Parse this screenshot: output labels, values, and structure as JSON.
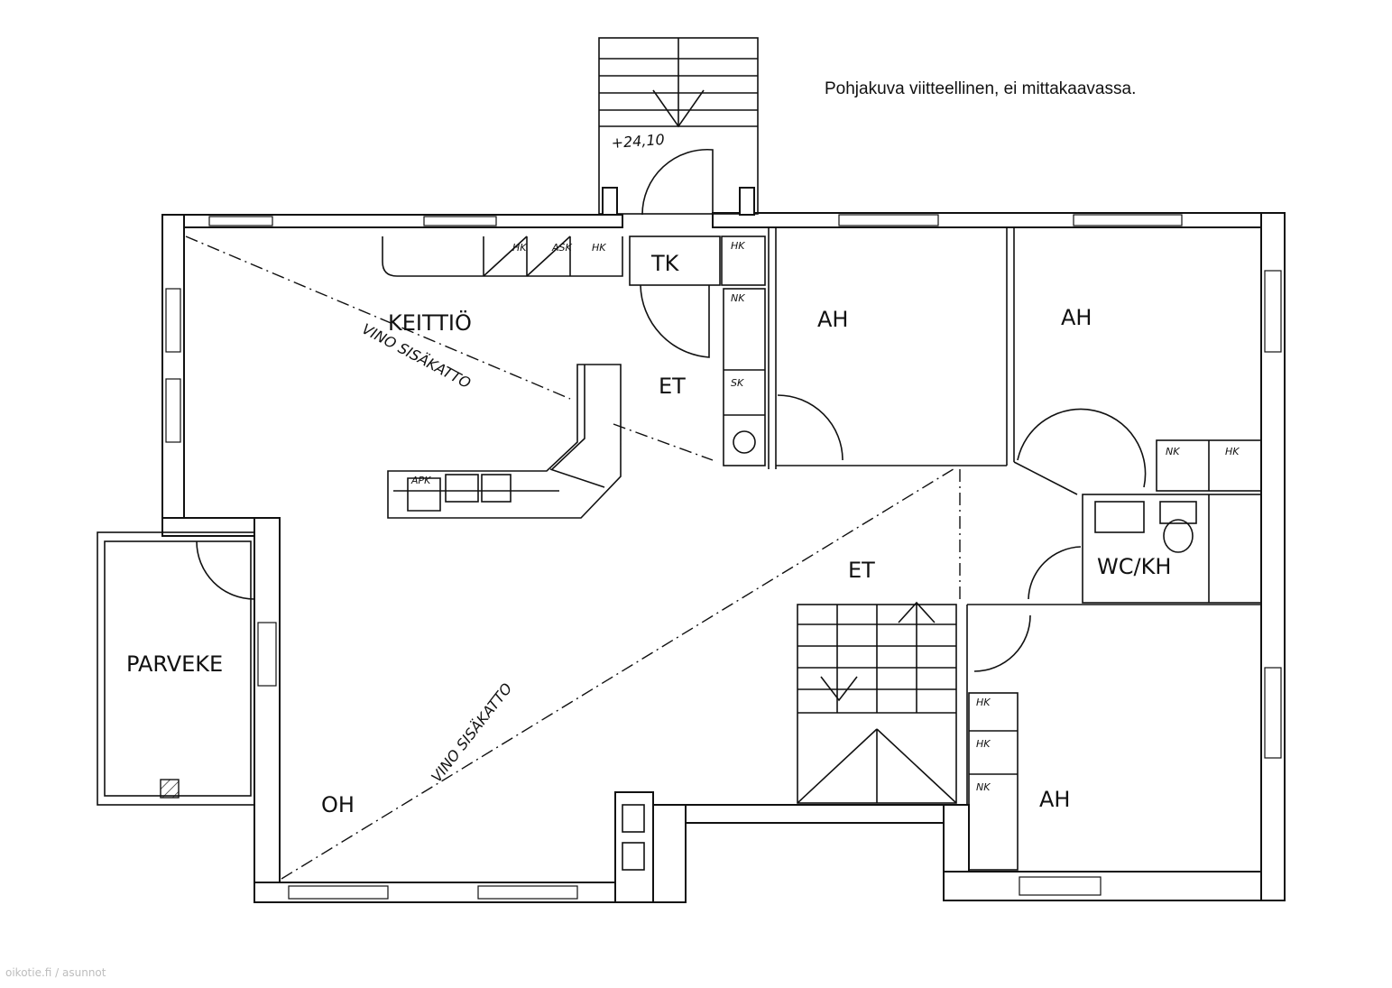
{
  "note": "Pohjakuva viitteellinen, ei mittakaavassa.",
  "watermark": "oikotie.fi / asunnot",
  "elevation": "+24,10",
  "rooms": {
    "keittio": "KEITTIÖ",
    "tk": "TK",
    "et_upper": "ET",
    "et_lower": "ET",
    "ah1": "AH",
    "ah2": "AH",
    "ah3": "AH",
    "wckh": "WC/KH",
    "parveke": "PARVEKE",
    "oh": "OH"
  },
  "ceiling_notes": {
    "kitchen": "VINO SISÄKATTO",
    "living": "VINO SISÄKATTO"
  },
  "closets": {
    "kitchen_hk": "HK",
    "kitchen_ask": "ASK",
    "kitchen_hk2": "HK",
    "tk_hk": "HK",
    "hall_nk": "NK",
    "hall_sk": "SK",
    "bath_nk": "NK",
    "bath_hk": "HK",
    "ah3_hk1": "HK",
    "ah3_hk2": "HK",
    "ah3_nk": "NK",
    "kitchen_apk": "APK"
  }
}
